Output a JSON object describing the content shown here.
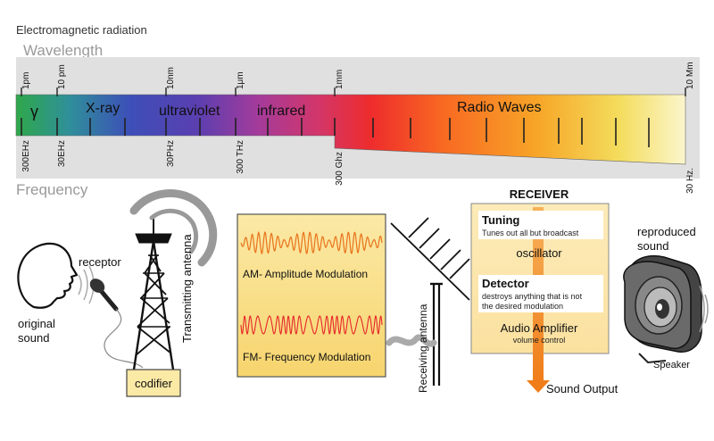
{
  "header": {
    "title": "Electromagnetic radiation",
    "wavelength_label": "Wavelength",
    "frequency_label": "Frequency"
  },
  "spectrum": {
    "bands": [
      "γ",
      "X-ray",
      "ultraviolet",
      "infrared",
      "Radio Waves"
    ],
    "wavelength_ticks": [
      "1pm",
      "10 pm",
      "10nm",
      "1μm",
      "1mm",
      "10 Mm"
    ],
    "frequency_ticks": [
      "300EHz",
      "30EHz",
      "30PHz",
      "300 THz",
      "300 Ghz",
      "30 Hz."
    ]
  },
  "transmitter": {
    "source_label": "original sound",
    "receptor_label": "receptor",
    "antenna_label": "Transmitting antenna",
    "codifier_label": "codifier"
  },
  "modulation": {
    "am_label": "AM- Amplitude Modulation",
    "fm_label": "FM- Frequency Modulation"
  },
  "receiver": {
    "antenna_label": "Receiving antenna",
    "title": "RECEIVER",
    "tuning_title": "Tuning",
    "tuning_desc": "Tunes out all but broadcast",
    "oscillator_label": "oscillator",
    "detector_title": "Detector",
    "detector_desc_1": "destroys anything that is not",
    "detector_desc_2": "the desired modulation",
    "amplifier_title": "Audio Amplifier",
    "amplifier_desc": "volume control",
    "output_label": "Sound Output"
  },
  "speaker": {
    "label": "Speaker",
    "reproduced_label": "reproduced sound"
  },
  "colors": {
    "am_wave": "#e8731c",
    "fm_wave": "#e5252a",
    "receiver_fill": "#fde7b0",
    "output_arrow": "#f07d1a"
  }
}
